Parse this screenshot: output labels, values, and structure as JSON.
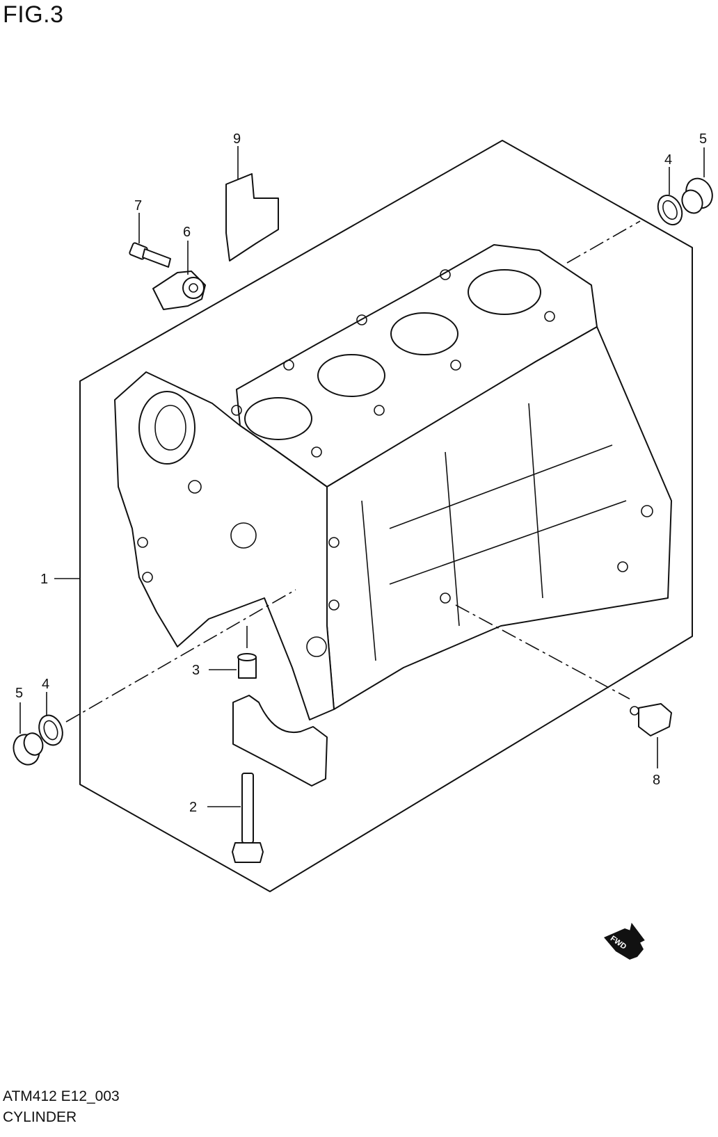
{
  "figure_title": "FIG.3",
  "footer": {
    "code": "ATM412 E12_003",
    "name": "CYLINDER"
  },
  "fwd_label": "FWD",
  "callouts": {
    "c1": "1",
    "c2": "2",
    "c3": "3",
    "c4a": "4",
    "c4b": "4",
    "c5a": "5",
    "c5b": "5",
    "c6": "6",
    "c7": "7",
    "c8": "8",
    "c9": "9"
  }
}
